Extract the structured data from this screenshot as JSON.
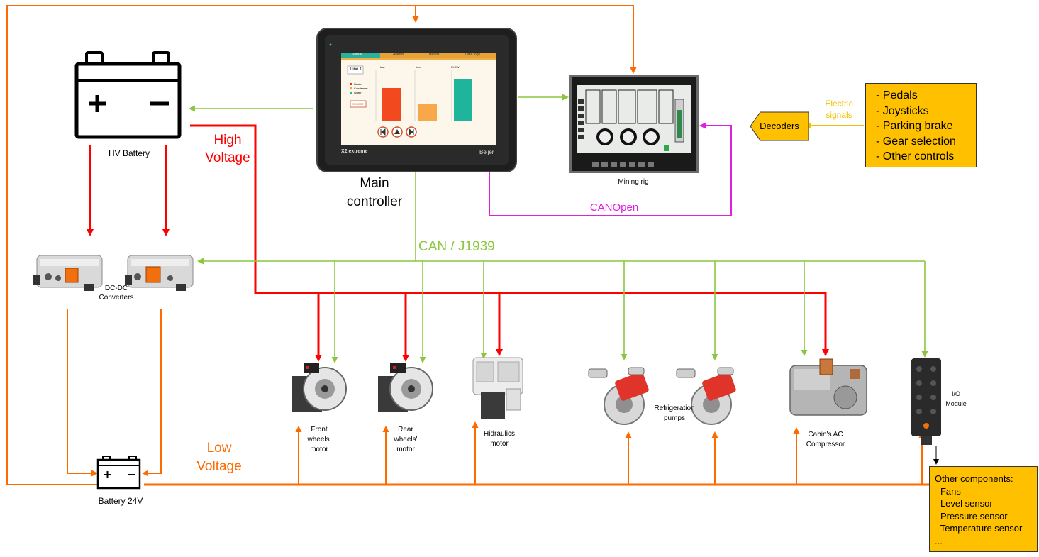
{
  "labels": {
    "hv_battery": "HV Battery",
    "high_voltage": [
      "High",
      "Voltage"
    ],
    "main_controller": [
      "Main",
      "controller"
    ],
    "mining_rig": "Mining rig",
    "electric_signals": [
      "Electric",
      "signals"
    ],
    "decoders": "Decoders",
    "canopen": "CANOpen",
    "can_j1939": "CAN / J1939",
    "dcdc": [
      "DC-DC",
      "Converters"
    ],
    "low_voltage": [
      "Low",
      "Voltage"
    ],
    "battery_24v": "Battery 24V",
    "front_motor": [
      "Front",
      "wheels'",
      "motor"
    ],
    "rear_motor": [
      "Rear",
      "wheels'",
      "motor"
    ],
    "hydraulics_motor": [
      "Hidraulics",
      "motor"
    ],
    "refrigeration_pumps": [
      "Refrigeration",
      "pumps"
    ],
    "ac_compressor": [
      "Cabin's AC",
      "Compressor"
    ],
    "io_module": [
      "I/O",
      "Module"
    ]
  },
  "controls_box": [
    "- Pedals",
    "- Joysticks",
    "- Parking brake",
    "- Gear selection",
    "- Other controls"
  ],
  "other_components": [
    "Other components:",
    "- Fans",
    "- Level sensor",
    "- Pressure sensor",
    "- Temperature sensor",
    "..."
  ],
  "screen": {
    "tabs": [
      "Status",
      "Alarms",
      "Trends",
      "Data logs"
    ],
    "line_label": "Line 1",
    "select_button": "SELECT",
    "brand": "X2 extreme",
    "maker": "Beijer",
    "legend": [
      "Heater",
      "Condenser",
      "Water"
    ],
    "bar_labels": [
      "Heat",
      "time",
      "FLOW"
    ]
  },
  "colors": {
    "high_voltage": "#ff0000",
    "low_voltage": "#ff6a00",
    "can_bus": "#8cc63f",
    "canopen": "#e020e0",
    "electric_signals": "#f2c200",
    "highlight_box": "#ffc000"
  }
}
